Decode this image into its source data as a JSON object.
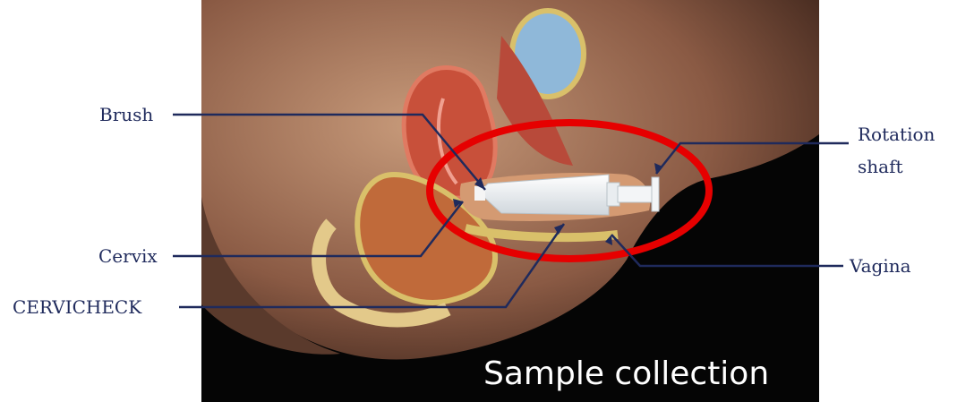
{
  "labels": {
    "brush": "Brush",
    "cervix": "Cervix",
    "cervicheck": "CERVICHECK",
    "rotation_shaft_line1": "Rotation",
    "rotation_shaft_line2": "shaft",
    "vagina": "Vagina"
  },
  "caption": "Sample collection",
  "colors": {
    "label_text": "#1f2a5c",
    "leader_line": "#1f2a5c",
    "highlight_ellipse": "#e60000",
    "caption_text": "#ffffff",
    "background": "#000000"
  }
}
